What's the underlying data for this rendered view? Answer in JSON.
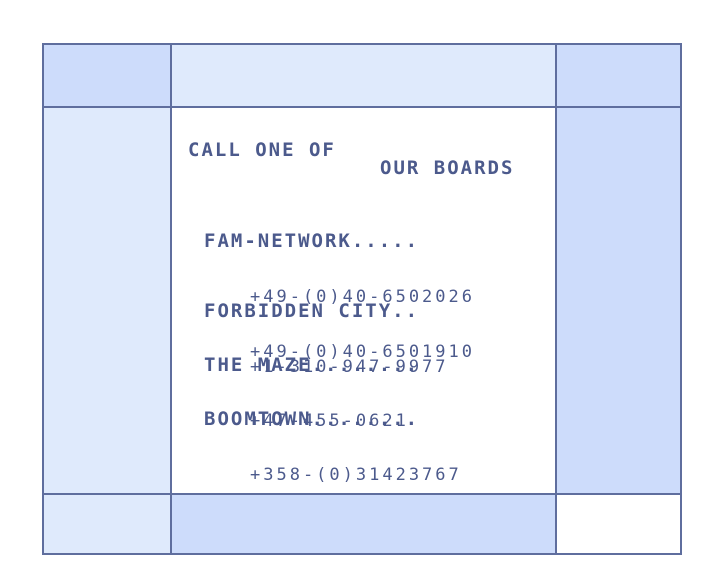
{
  "screen": {
    "heading_line1": "CALL ONE OF",
    "heading_line2": "OUR BOARDS",
    "boards": [
      {
        "name": "FAM-NETWORK.....",
        "numbers": [
          "+49-(0)40-6502026",
          "+49-(0)40-6501910"
        ]
      },
      {
        "name": "FORBIDDEN CITY..",
        "numbers": [
          "+1-310-947-9977"
        ]
      },
      {
        "name": "THE MAZE........",
        "numbers": [
          "+47-455-0621"
        ]
      },
      {
        "name": "BOOMTOWN........",
        "numbers": [
          "+358-(0)31423767"
        ]
      }
    ]
  },
  "colors": {
    "border": "#5f6e9e",
    "cell_light": "#dfeafc",
    "cell_mid": "#cddcfb",
    "text": "#4c5a8c"
  }
}
